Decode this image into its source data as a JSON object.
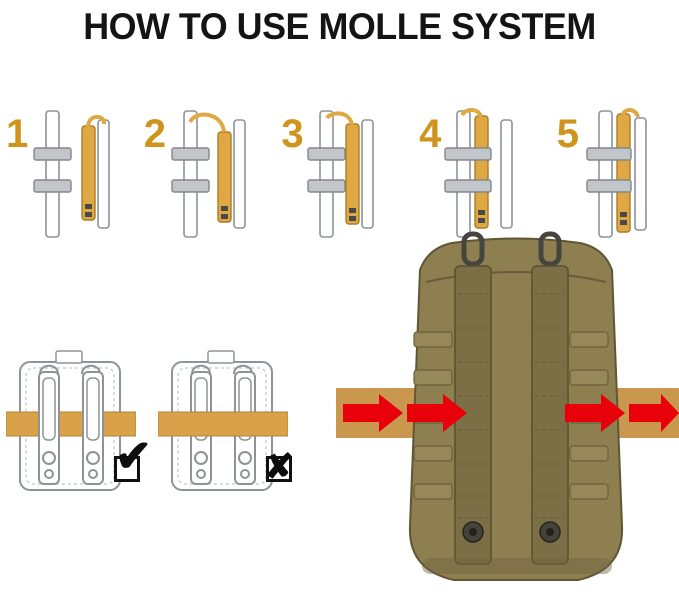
{
  "title": "HOW TO USE MOLLE SYSTEM",
  "steps": [
    {
      "number": "1"
    },
    {
      "number": "2"
    },
    {
      "number": "3"
    },
    {
      "number": "4"
    },
    {
      "number": "5"
    }
  ],
  "attachment_guide": {
    "correct_mark": "✔",
    "incorrect_mark": "✘"
  },
  "colors": {
    "title_color": "#141414",
    "step_number": "#CE941B",
    "strap_tan": "#DFA844",
    "strap_edge": "#A87E22",
    "band_tan": "#D9A24A",
    "photo_band_tan": "#C9984E",
    "webbing_gray": "#C2C6CA",
    "webbing_edge": "#82878C",
    "outline_gray": "#8E9397",
    "arrow_red": "#E8000B",
    "pouch_khaki": "#8E7F51",
    "pouch_strap": "#7D6F45",
    "pouch_webbing": "#97885A"
  }
}
